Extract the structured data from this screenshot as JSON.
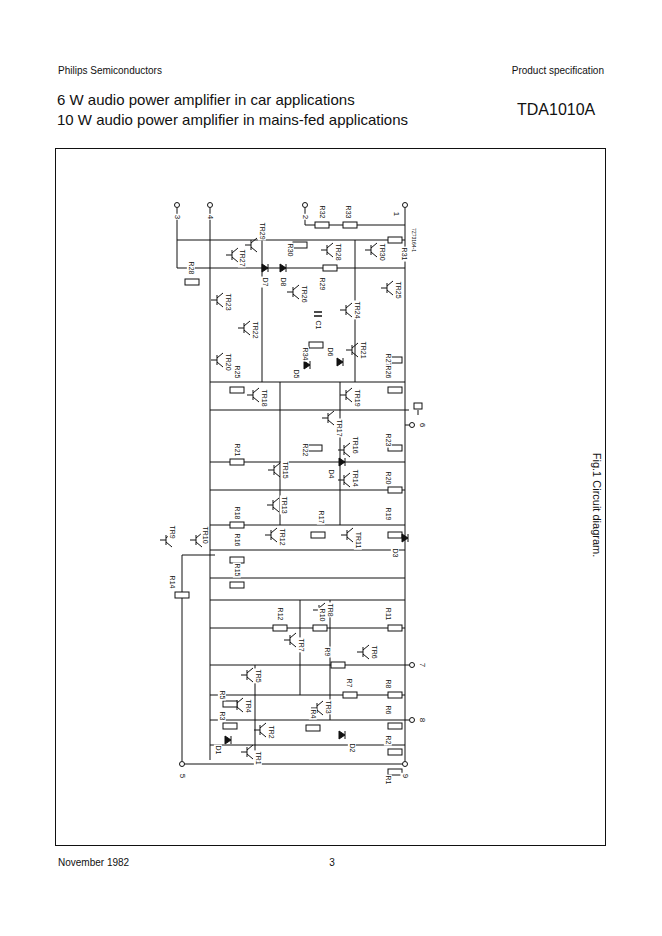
{
  "diagram": {
    "title": "6 W audio power amplifier in car applications 10 W audio power amplifier in mains-fed applications",
    "caption": "Fig.1 Circuit diagram.",
    "labels": [
      "Philips Semiconductors",
      "Product specification",
      "TDA1010A",
      "November 1982",
      "3",
      "3",
      "4",
      "2",
      "1",
      "6",
      "7",
      "8",
      "9",
      "5",
      "7Z73164-1",
      "TR29",
      "TR27",
      "R30",
      "R32",
      "R33",
      "TR28",
      "TR30",
      "R31",
      "D7",
      "D8",
      "R29",
      "TR26",
      "R28",
      "TR23",
      "TR24",
      "TR25",
      "C1",
      "TR22",
      "R34",
      "D6",
      "TR21",
      "R27",
      "TR20",
      "D5",
      "R25",
      "TR18",
      "TR19",
      "R26",
      "TR17",
      "R22",
      "R23",
      "TR16",
      "R21",
      "TR15",
      "D4",
      "TR14",
      "R20",
      "TR13",
      "R18",
      "TR12",
      "R17",
      "TR11",
      "R19",
      "TR9",
      "TR10",
      "R16",
      "D3",
      "R15",
      "R14",
      "TR8",
      "R12",
      "R10",
      "R11",
      "TR7",
      "R9",
      "TR6",
      "TR5",
      "TR4",
      "R7",
      "R8",
      "R5",
      "TR3",
      "R3",
      "R4",
      "R6",
      "TR2",
      "D1",
      "D2",
      "R2",
      "TR1",
      "R1"
    ]
  }
}
